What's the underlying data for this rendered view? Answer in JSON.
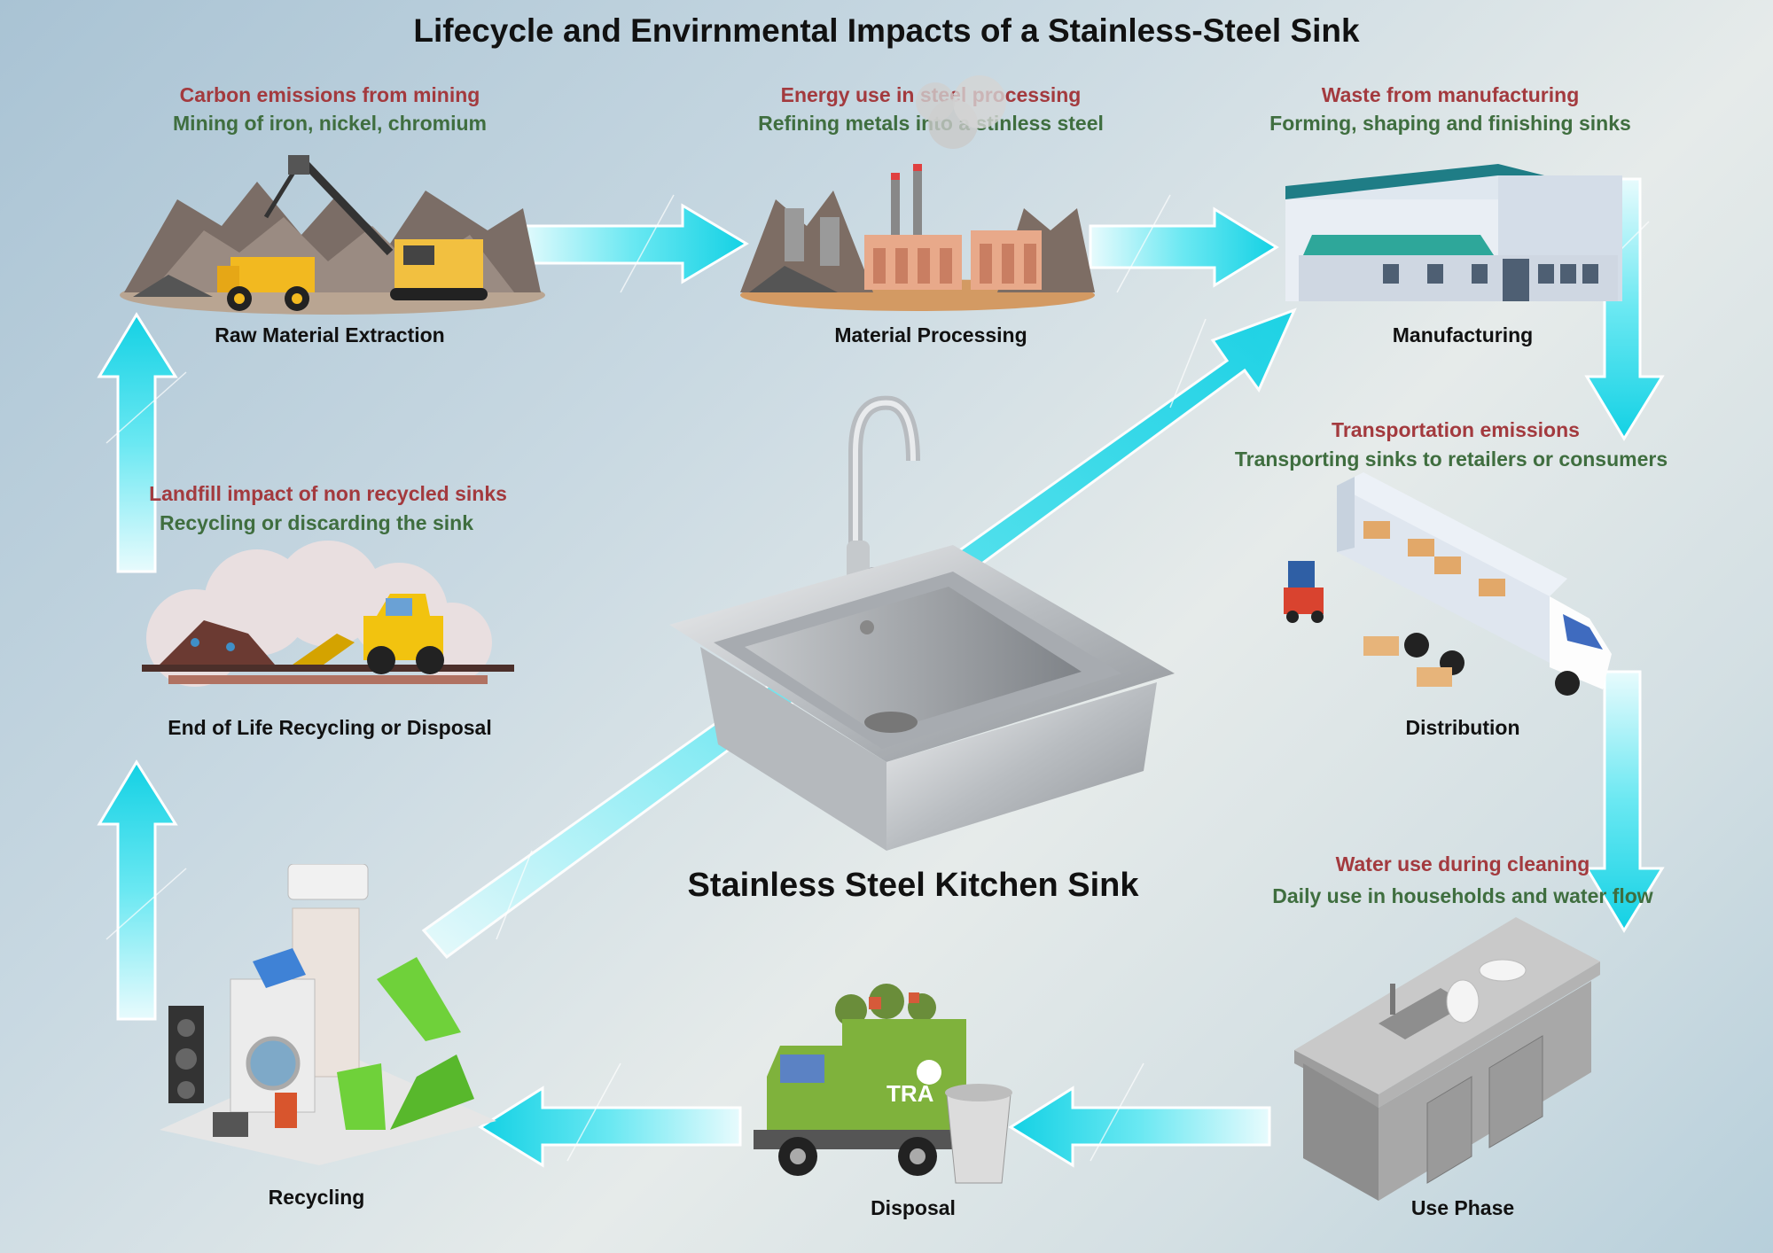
{
  "title": "Lifecycle and Envirnmental Impacts of a Stainless-Steel Sink",
  "center": {
    "label": "Stainless Steel Kitchen Sink"
  },
  "stages": {
    "raw": {
      "impact": "Carbon emissions from mining",
      "description": "Mining of iron, nickel, chromium",
      "label": "Raw Material Extraction"
    },
    "processing": {
      "impact": "Energy use in steel processing",
      "description": "Refining metals into a stinless steel",
      "label": "Material Processing"
    },
    "manufacturing": {
      "impact": "Waste from manufacturing",
      "description": "Forming, shaping and finishing sinks",
      "label": "Manufacturing"
    },
    "distribution": {
      "impact": "Transportation emissions",
      "description": "Transporting sinks to retailers or consumers",
      "label": "Distribution"
    },
    "use": {
      "impact": "Water use during cleaning",
      "description": "Daily use in households and water flow",
      "label": "Use Phase"
    },
    "disposal": {
      "label": "Disposal",
      "truck_text": "TRA"
    },
    "recycling": {
      "label": "Recycling"
    },
    "eol": {
      "impact": "Landfill impact of non recycled sinks",
      "description": "Recycling or discarding the sink",
      "label": "End of Life Recycling or Disposal"
    }
  },
  "colors": {
    "impact": "#a33a3e",
    "description": "#3f6e3f",
    "arrow": "#1fd6e6"
  }
}
